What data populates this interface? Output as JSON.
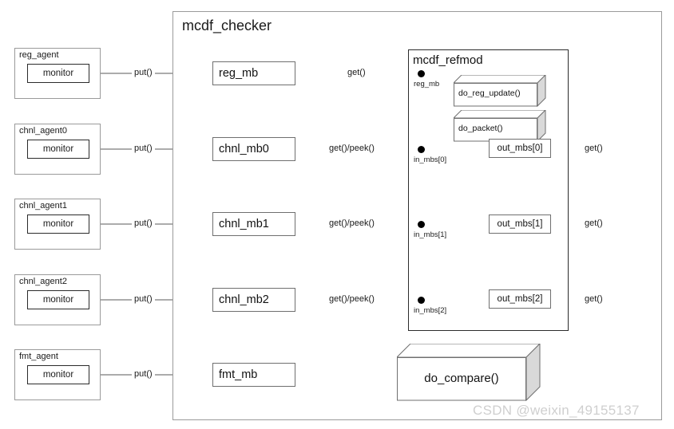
{
  "diagram": {
    "title": "mcdf_checker",
    "watermark": "CSDN @weixin_49155137"
  },
  "agents": [
    {
      "name": "reg_agent",
      "child": "monitor"
    },
    {
      "name": "chnl_agent0",
      "child": "monitor"
    },
    {
      "name": "chnl_agent1",
      "child": "monitor"
    },
    {
      "name": "chnl_agent2",
      "child": "monitor"
    },
    {
      "name": "fmt_agent",
      "child": "monitor"
    }
  ],
  "mailboxes": [
    {
      "label": "reg_mb"
    },
    {
      "label": "chnl_mb0"
    },
    {
      "label": "chnl_mb1"
    },
    {
      "label": "chnl_mb2"
    },
    {
      "label": "fmt_mb"
    }
  ],
  "refmod": {
    "title": "mcdf_refmod",
    "methods": [
      {
        "label": "do_reg_update()"
      },
      {
        "label": "do_packet()"
      }
    ],
    "in_ports": [
      {
        "label": "reg_mb"
      },
      {
        "label": "in_mbs[0]"
      },
      {
        "label": "in_mbs[1]"
      },
      {
        "label": "in_mbs[2]"
      }
    ],
    "out_mailboxes": [
      {
        "label": "out_mbs[0]"
      },
      {
        "label": "out_mbs[1]"
      },
      {
        "label": "out_mbs[2]"
      }
    ]
  },
  "compare": {
    "label": "do_compare()"
  },
  "edge_labels": {
    "put_0": "put()",
    "put_1": "put()",
    "put_2": "put()",
    "put_3": "put()",
    "put_4": "put()",
    "get_reg": "get()",
    "getpeek_0": "get()/peek()",
    "getpeek_1": "get()/peek()",
    "getpeek_2": "get()/peek()",
    "get_out_0": "get()",
    "get_out_1": "get()",
    "get_out_2": "get()"
  },
  "colors": {
    "line": "#7a7a7a",
    "line_dark": "#2b2b2b",
    "border": "#9a9a9a",
    "cube_face": "#ffffff",
    "cube_shade": "#d9d9d9",
    "watermark": "#cfcfcf"
  }
}
